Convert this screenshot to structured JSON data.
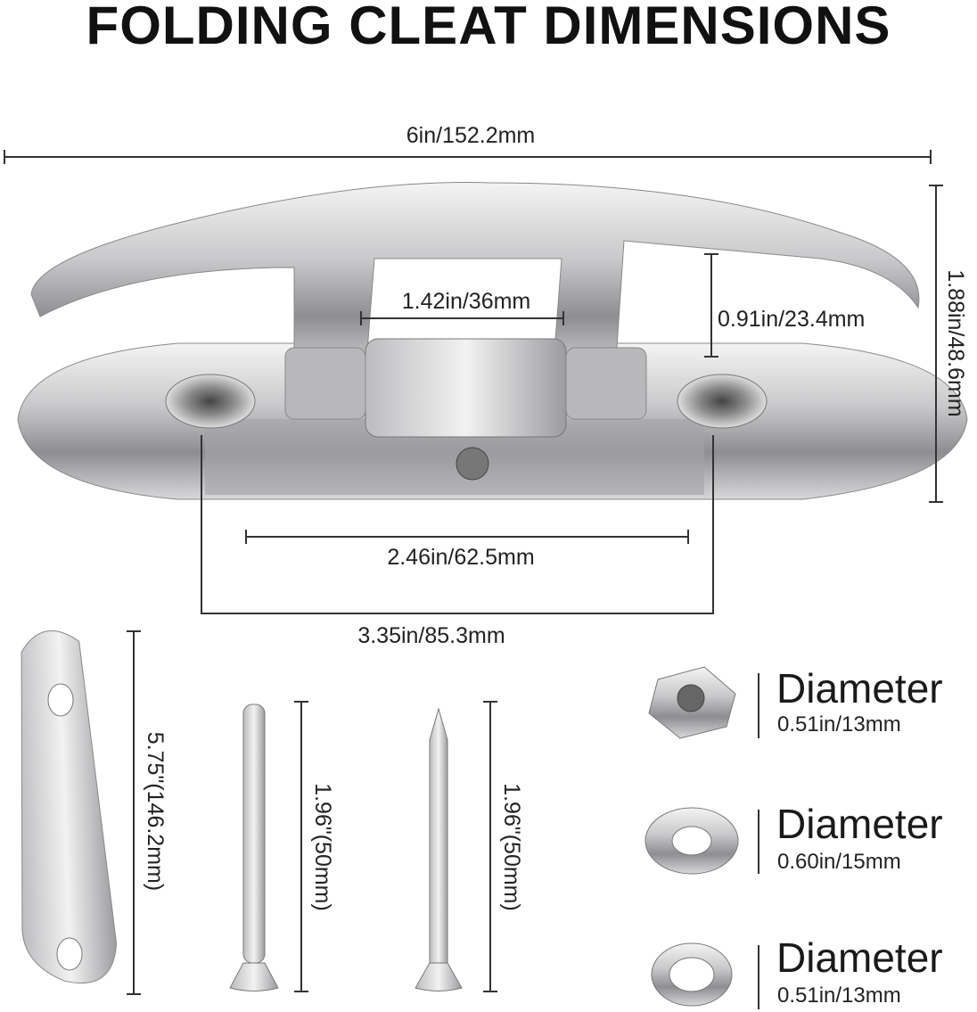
{
  "title": "FOLDING CLEAT DIMENSIONS",
  "dimensions": {
    "overall_length": "6in/152.2mm",
    "overall_height": "1.88in/48.6mm",
    "horn_clearance": "0.91in/23.4mm",
    "inner_opening": "1.42in/36mm",
    "base_slot": "2.46in/62.5mm",
    "hole_spacing": "3.35in/85.3mm",
    "backing_plate_length": "5.75\"(146.2mm)",
    "bolt_length": "1.96\"(50mm)",
    "screw_length": "1.96\"(50mm)"
  },
  "hardware": [
    {
      "name": "Diameter",
      "value": "0.51in/13mm"
    },
    {
      "name": "Diameter",
      "value": "0.60in/15mm"
    },
    {
      "name": "Diameter",
      "value": "0.51in/13mm"
    }
  ]
}
